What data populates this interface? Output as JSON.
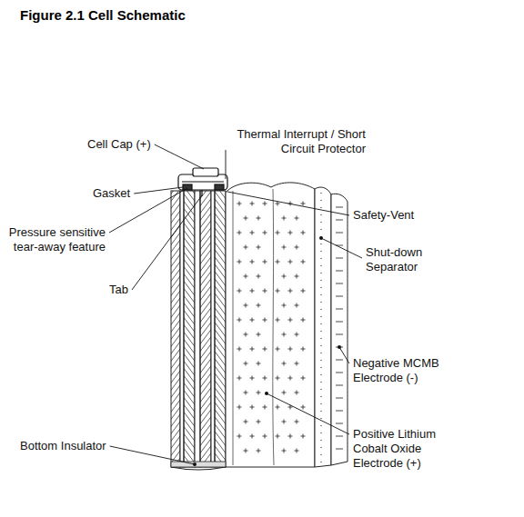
{
  "diagram": {
    "title": "Figure 2.1 Cell Schematic",
    "labels": [
      "Cell Cap (+)",
      "Thermal Interrupt / Short Circuit Protector",
      "Gasket",
      "Safety-Vent",
      "Pressure sensitive tear-away feature",
      "Tab",
      "Shut-down Separator",
      "Negative MCMB Electrode (-)",
      "Positive Lithium Cobalt Oxide Electrode (+)",
      "Bottom Insulator"
    ]
  }
}
